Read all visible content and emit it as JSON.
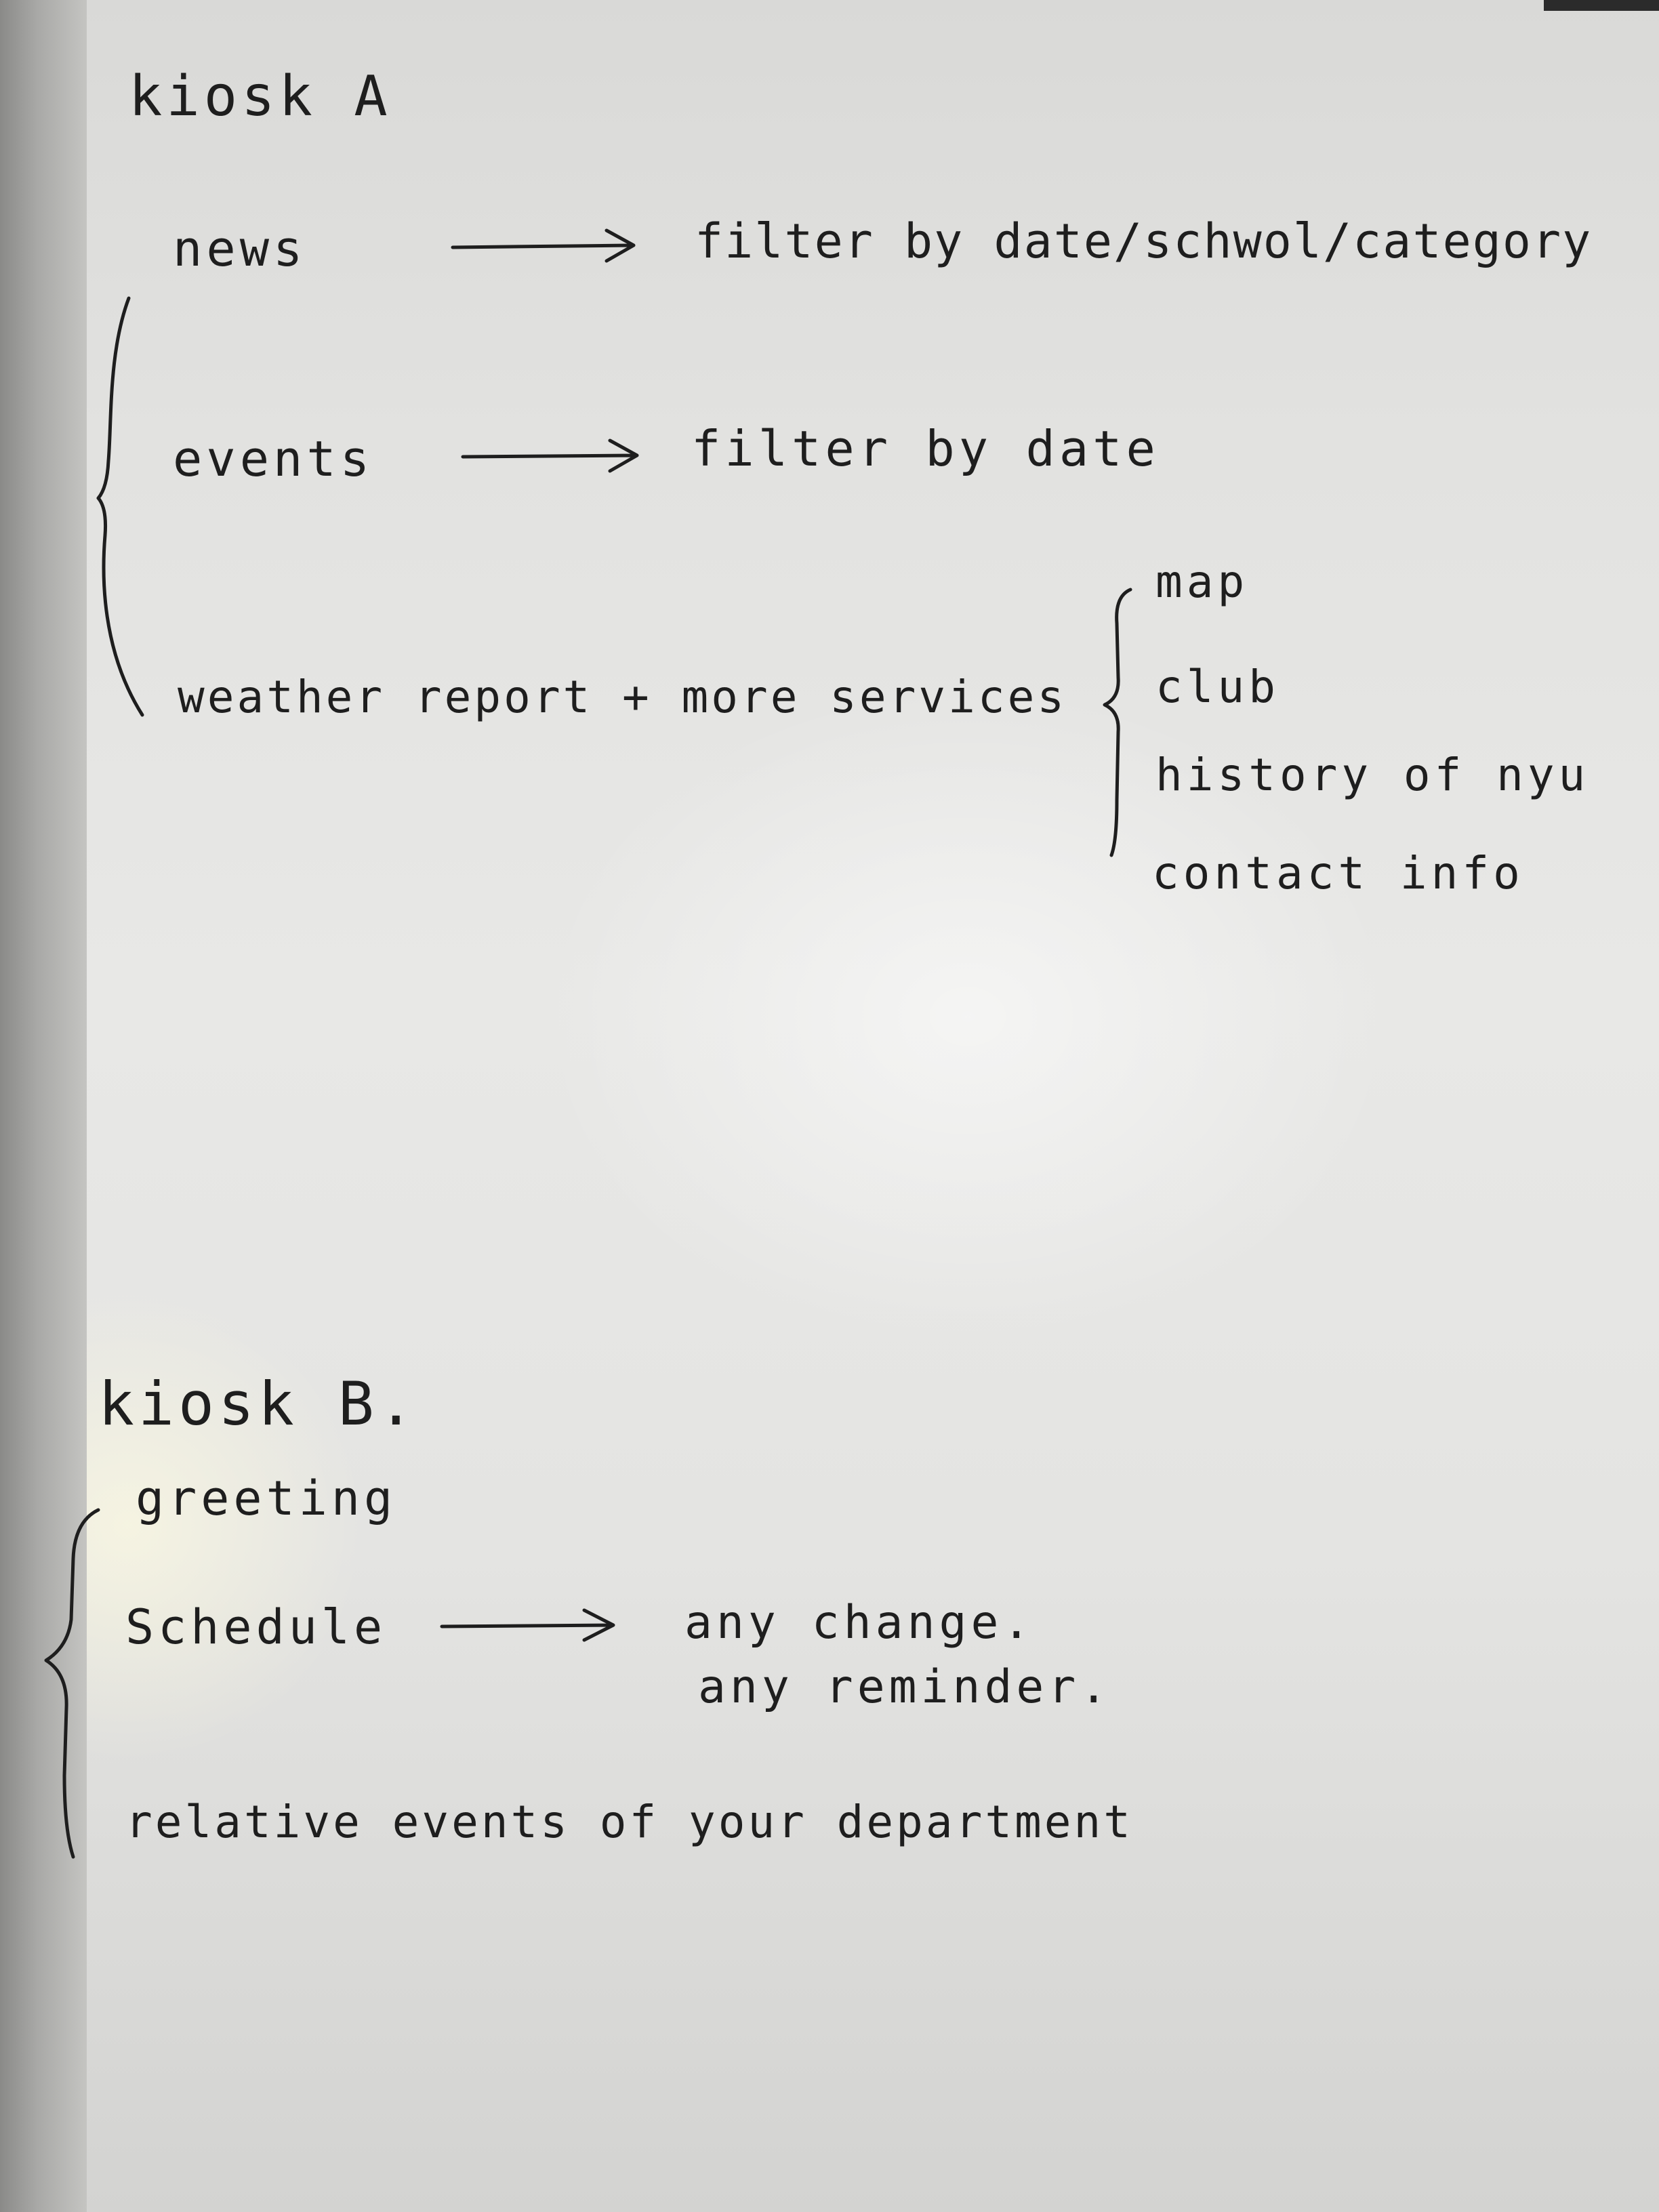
{
  "kiosk_a": {
    "title": "kiosk A",
    "items": [
      {
        "label": "news",
        "detail": "filter by date/schwol/category"
      },
      {
        "label": "events",
        "detail": "filter by date"
      },
      {
        "label": "weather report + more services"
      }
    ],
    "more_services": [
      "map",
      "club",
      "history of nyu",
      "contact info"
    ]
  },
  "kiosk_b": {
    "title": "kiosk B.",
    "items": [
      {
        "label": "greeting"
      },
      {
        "label": "Schedule",
        "details": [
          "any change.",
          "any reminder."
        ]
      },
      {
        "label": "relative events of your department"
      }
    ]
  }
}
